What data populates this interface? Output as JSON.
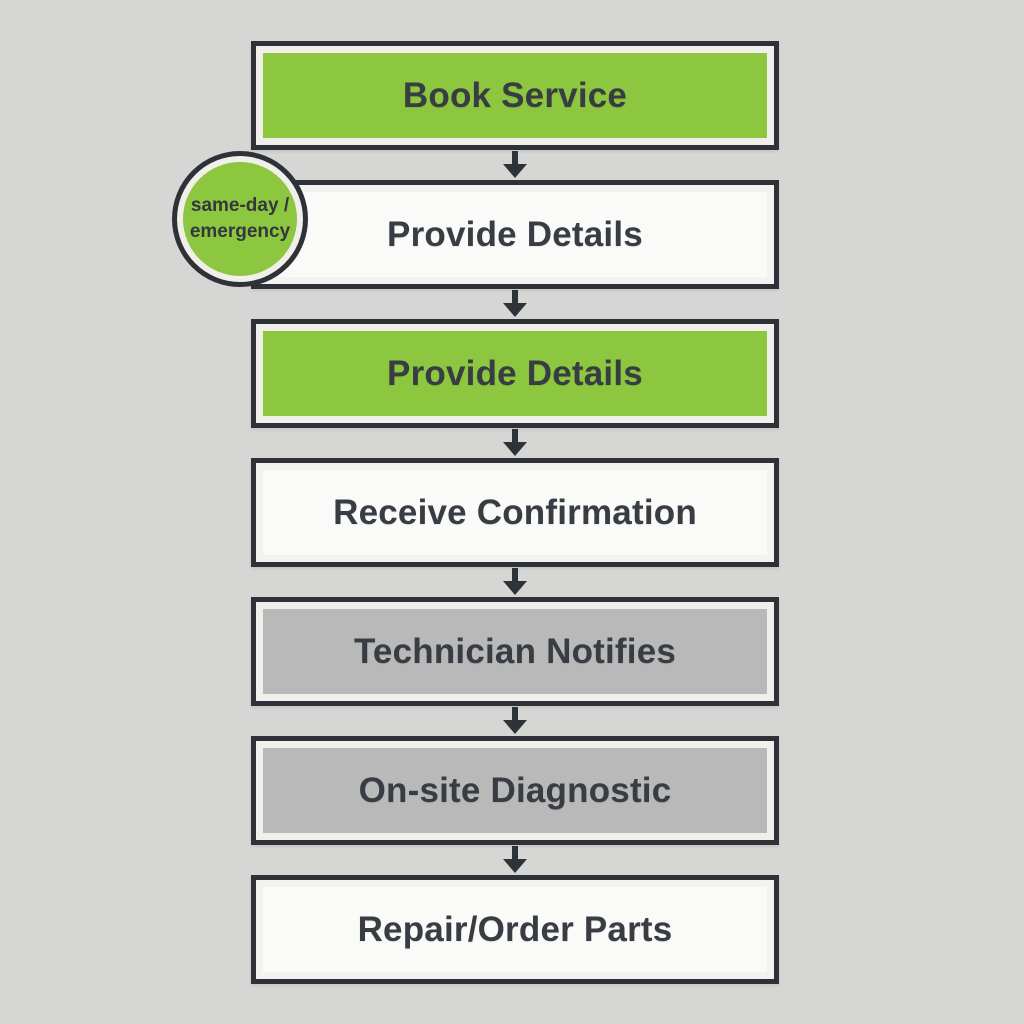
{
  "diagram": {
    "type": "flowchart",
    "orientation": "vertical",
    "background_color": "#d6d6d4",
    "colors": {
      "green": "#8dc63f",
      "gray": "#b9b9b9",
      "white": "#fafaf9",
      "border": "#2e3238",
      "text": "#383d44"
    },
    "steps": [
      {
        "label": "Book Service",
        "variant": "green"
      },
      {
        "label": "Provide Details",
        "variant": "white"
      },
      {
        "label": "Provide Details",
        "variant": "green"
      },
      {
        "label": "Receive Confirmation",
        "variant": "white"
      },
      {
        "label": "Technician Notifies",
        "variant": "gray"
      },
      {
        "label": "On-site Diagnostic",
        "variant": "gray"
      },
      {
        "label": "Repair/Order Parts",
        "variant": "white"
      }
    ],
    "badge": {
      "line1": "same-day /",
      "line2": "emergency"
    }
  }
}
